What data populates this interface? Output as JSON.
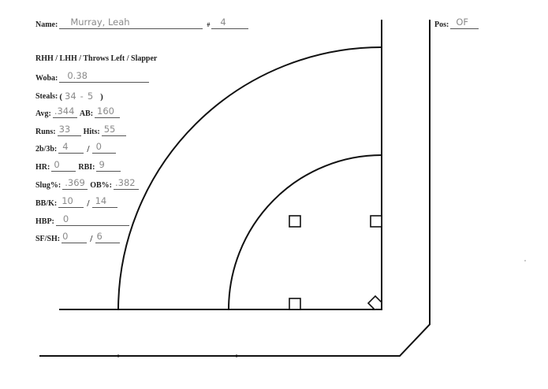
{
  "player": {
    "name_label": "Name:",
    "name": "Murray, Leah",
    "number_label": "#",
    "number": "4",
    "position_label": "Pos:",
    "position": "OF",
    "batting_info": "RHH / LHH / Throws Left / Slapper"
  },
  "stats": {
    "woba_label": "Woba:",
    "woba": "0.38",
    "steals_label": "Steals:",
    "steals_open": "(",
    "steals_success": "34",
    "steals_separator": "-",
    "steals_caught": "5",
    "steals_close": ")",
    "avg_label": "Avg:",
    "avg": ".344",
    "ab_label": "AB:",
    "ab": "160",
    "runs_label": "Runs:",
    "runs": "33",
    "hits_label": "Hits:",
    "hits": "55",
    "doubles_triples_label": "2b/3b:",
    "doubles": "4",
    "triples": "0",
    "hr_label": "HR:",
    "hr": "0",
    "rbi_label": "RBI:",
    "rbi": "9",
    "slug_label": "Slug%:",
    "slug": ".369",
    "ob_label": "OB%:",
    "ob": ".382",
    "bb_k_label": "BB/K:",
    "bb": "10",
    "k": "14",
    "hbp_label": "HBP:",
    "hbp": "0",
    "sf_sh_label": "SF/SH:",
    "sf": "0",
    "sh": "6",
    "slash": "/"
  },
  "field_diagram": {
    "line_color": "#111111",
    "bases": [
      "first-base",
      "second-base",
      "third-base",
      "home-plate"
    ]
  }
}
